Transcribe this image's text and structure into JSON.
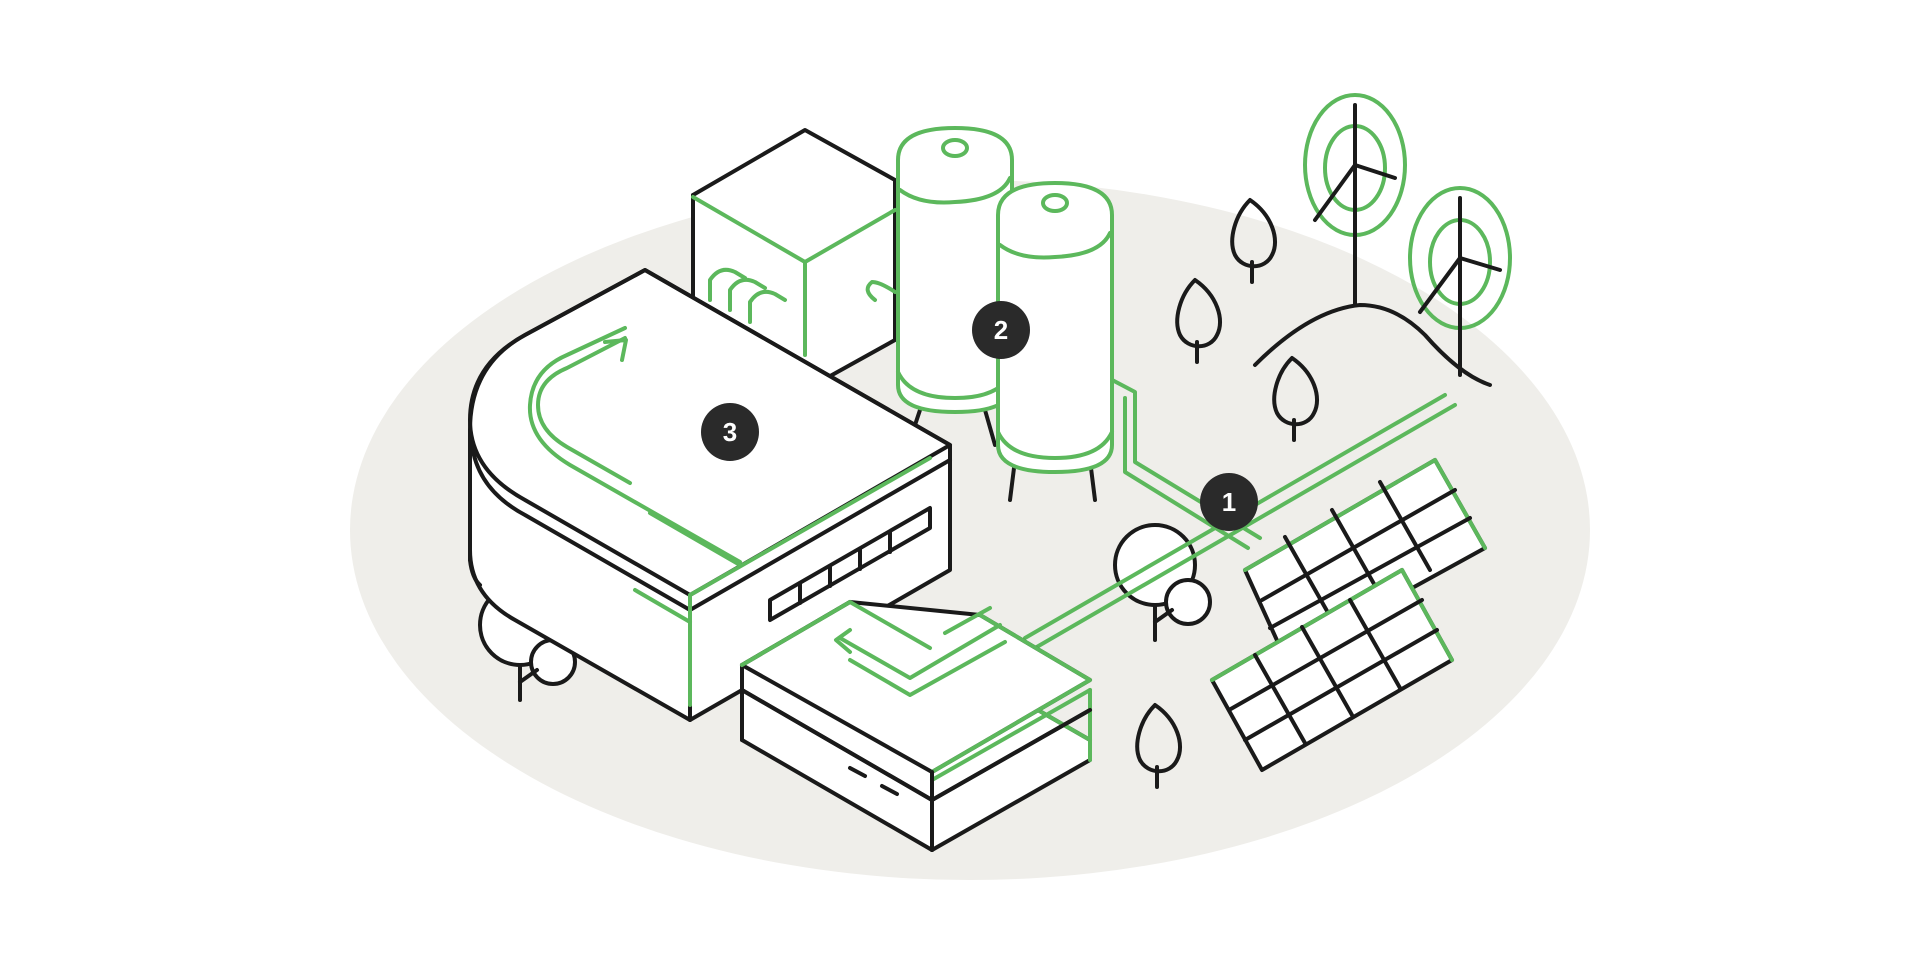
{
  "colors": {
    "background": "#ffffff",
    "ground": "#efeeea",
    "line": "#1a1a1a",
    "accent": "#5cb85c",
    "badge": "#2a2a2a"
  },
  "badges": [
    {
      "label": "1",
      "icon": "solar-grid-connection"
    },
    {
      "label": "2",
      "icon": "storage-tanks"
    },
    {
      "label": "3",
      "icon": "factory-building"
    }
  ],
  "icons": [
    "wind-turbine-icon",
    "solar-panel-icon",
    "tree-icon",
    "storage-tank-icon",
    "factory-icon",
    "battery-unit-icon",
    "flow-arrow-icon"
  ]
}
